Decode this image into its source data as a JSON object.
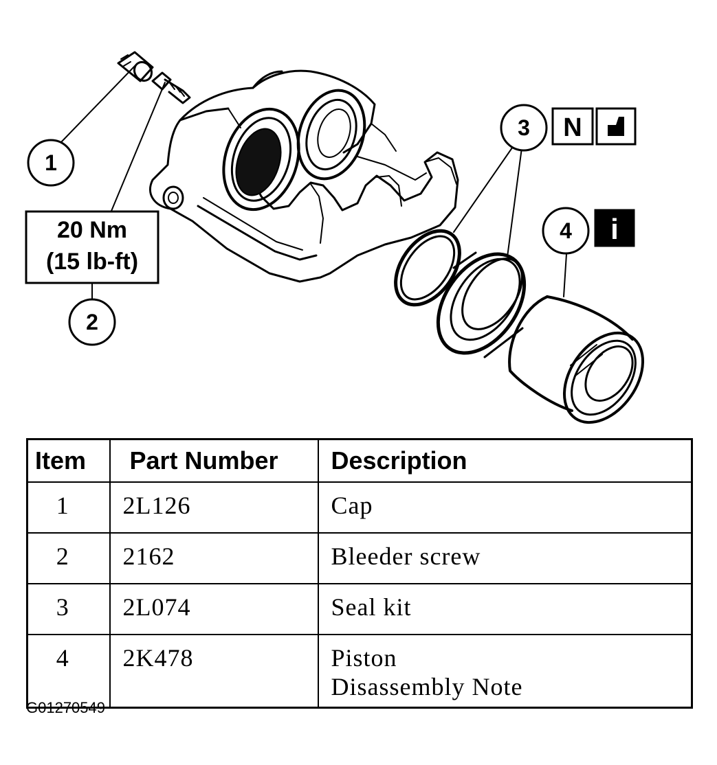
{
  "diagram": {
    "callouts": [
      "1",
      "2",
      "3",
      "4"
    ],
    "torque_label": {
      "line1": "20 Nm",
      "line2": "(15 lb-ft)"
    },
    "badges": {
      "new_part": "N",
      "info": "i"
    }
  },
  "table": {
    "headers": {
      "item": "Item",
      "part_number": "Part Number",
      "description": "Description"
    },
    "rows": [
      {
        "item": "1",
        "part_number": "2L126",
        "description": [
          "Cap"
        ]
      },
      {
        "item": "2",
        "part_number": "2162",
        "description": [
          "Bleeder screw"
        ]
      },
      {
        "item": "3",
        "part_number": "2L074",
        "description": [
          "Seal kit"
        ]
      },
      {
        "item": "4",
        "part_number": "2K478",
        "description": [
          "Piston",
          "Disassembly Note"
        ]
      }
    ]
  },
  "figure_code": "G01270549"
}
